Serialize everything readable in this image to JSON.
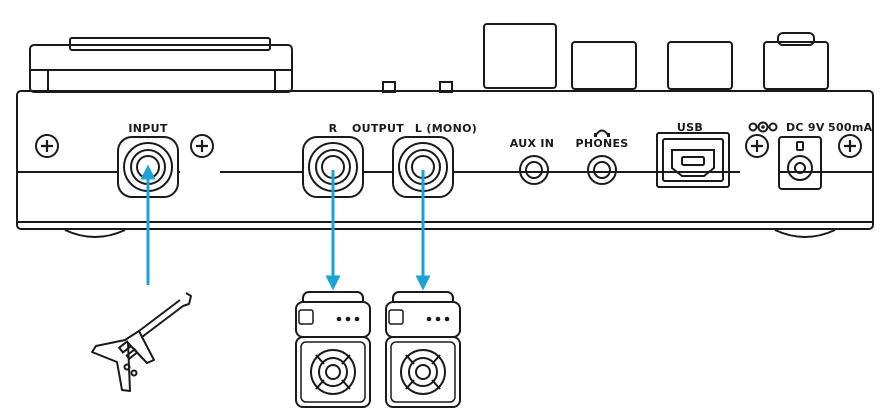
{
  "labels": {
    "input": "INPUT",
    "output_r": "R",
    "output": "OUTPUT",
    "output_l": "L (MONO)",
    "aux_in": "AUX IN",
    "phones": "PHONES",
    "usb": "USB",
    "dc": "DC 9V",
    "current": "500mA"
  },
  "colors": {
    "signal_arrow": "#1aa3d9",
    "outline": "#1a1a1a",
    "background": "#ffffff"
  },
  "icons": {
    "guitar": "guitar-icon",
    "amplifier": "amplifier-icon",
    "headphones": "headphones-icon",
    "dc_polarity": "dc-polarity-icon",
    "screw": "screw-icon"
  }
}
